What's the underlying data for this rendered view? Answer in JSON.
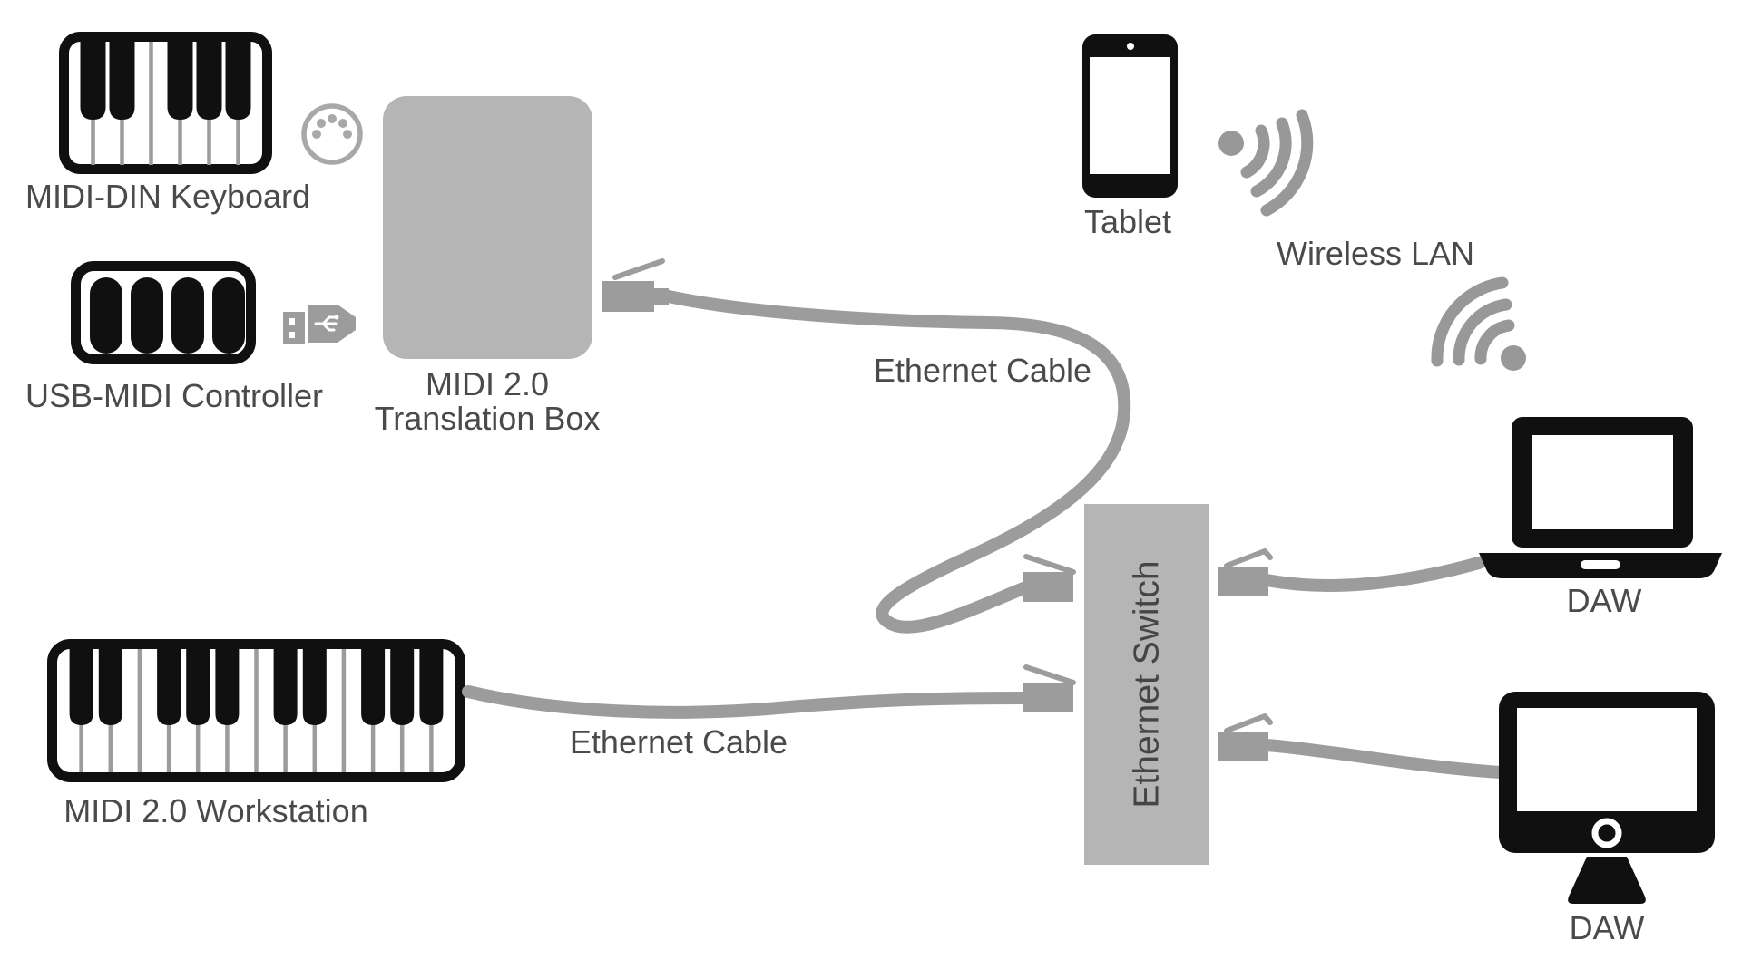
{
  "diagram": {
    "type": "network-topology",
    "subject": "MIDI 2.0 network over Ethernet",
    "labels": {
      "midi_din_keyboard": "MIDI-DIN Keyboard",
      "usb_midi_controller": "USB-MIDI Controller",
      "translation_box_line1": "MIDI 2.0",
      "translation_box_line2": "Translation Box",
      "midi_workstation": "MIDI 2.0 Workstation",
      "tablet": "Tablet",
      "wireless_lan": "Wireless LAN",
      "ethernet_switch": "Ethernet Switch",
      "daw_laptop": "DAW",
      "daw_desktop": "DAW",
      "ethernet_cable_top": "Ethernet Cable",
      "ethernet_cable_bottom": "Ethernet Cable"
    },
    "icons": [
      "piano-keyboard-icon",
      "din-5-connector-icon",
      "pad-controller-icon",
      "usb-plug-icon",
      "tablet-icon",
      "wifi-signal-icon",
      "rj45-plug-icon",
      "laptop-icon",
      "desktop-monitor-icon"
    ],
    "colors": {
      "background": "#ffffff",
      "device_black": "#101010",
      "box_gray": "#b5b5b5",
      "cable_gray": "#9c9c9c",
      "label_gray": "#4a4a4a"
    },
    "connections": [
      {
        "from": "MIDI-DIN Keyboard",
        "to": "MIDI 2.0 Translation Box",
        "type": "midi-din"
      },
      {
        "from": "USB-MIDI Controller",
        "to": "MIDI 2.0 Translation Box",
        "type": "usb"
      },
      {
        "from": "MIDI 2.0 Translation Box",
        "to": "Ethernet Switch",
        "type": "ethernet",
        "label": "Ethernet Cable"
      },
      {
        "from": "MIDI 2.0 Workstation",
        "to": "Ethernet Switch",
        "type": "ethernet",
        "label": "Ethernet Cable"
      },
      {
        "from": "Ethernet Switch",
        "to": "DAW (laptop)",
        "type": "ethernet"
      },
      {
        "from": "Ethernet Switch",
        "to": "DAW (desktop)",
        "type": "ethernet"
      },
      {
        "from": "Tablet",
        "to": "network",
        "type": "wireless",
        "label": "Wireless LAN"
      }
    ]
  }
}
